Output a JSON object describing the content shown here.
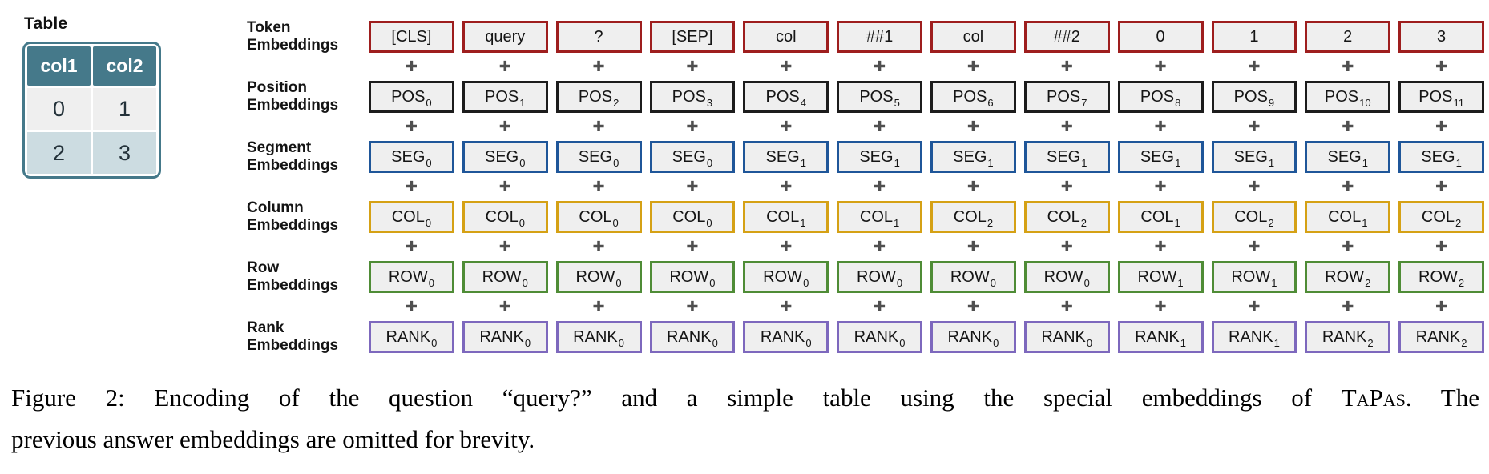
{
  "figure": {
    "table_panel": {
      "title": "Table",
      "headers": [
        "col1",
        "col2"
      ],
      "rows": [
        [
          "0",
          "1"
        ],
        [
          "2",
          "3"
        ]
      ],
      "header_bg": "#45798a",
      "row_bg": "#efefef",
      "row_alt_bg": "#ccdce1"
    },
    "plus_symbol": "✚",
    "embedding_rows": [
      {
        "key": "token",
        "label_lines": [
          "Token",
          "Embeddings"
        ],
        "border_color": "#9e1e1e",
        "cells": [
          {
            "base": "[CLS]",
            "sub": ""
          },
          {
            "base": "query",
            "sub": ""
          },
          {
            "base": "?",
            "sub": ""
          },
          {
            "base": "[SEP]",
            "sub": ""
          },
          {
            "base": "col",
            "sub": ""
          },
          {
            "base": "##1",
            "sub": ""
          },
          {
            "base": "col",
            "sub": ""
          },
          {
            "base": "##2",
            "sub": ""
          },
          {
            "base": "0",
            "sub": ""
          },
          {
            "base": "1",
            "sub": ""
          },
          {
            "base": "2",
            "sub": ""
          },
          {
            "base": "3",
            "sub": ""
          }
        ]
      },
      {
        "key": "position",
        "label_lines": [
          "Position",
          "Embeddings"
        ],
        "border_color": "#1c1c1c",
        "cells": [
          {
            "base": "POS",
            "sub": "0"
          },
          {
            "base": "POS",
            "sub": "1"
          },
          {
            "base": "POS",
            "sub": "2"
          },
          {
            "base": "POS",
            "sub": "3"
          },
          {
            "base": "POS",
            "sub": "4"
          },
          {
            "base": "POS",
            "sub": "5"
          },
          {
            "base": "POS",
            "sub": "6"
          },
          {
            "base": "POS",
            "sub": "7"
          },
          {
            "base": "POS",
            "sub": "8"
          },
          {
            "base": "POS",
            "sub": "9"
          },
          {
            "base": "POS",
            "sub": "10"
          },
          {
            "base": "POS",
            "sub": "11"
          }
        ]
      },
      {
        "key": "segment",
        "label_lines": [
          "Segment",
          "Embeddings"
        ],
        "border_color": "#1f5699",
        "cells": [
          {
            "base": "SEG",
            "sub": "0"
          },
          {
            "base": "SEG",
            "sub": "0"
          },
          {
            "base": "SEG",
            "sub": "0"
          },
          {
            "base": "SEG",
            "sub": "0"
          },
          {
            "base": "SEG",
            "sub": "1"
          },
          {
            "base": "SEG",
            "sub": "1"
          },
          {
            "base": "SEG",
            "sub": "1"
          },
          {
            "base": "SEG",
            "sub": "1"
          },
          {
            "base": "SEG",
            "sub": "1"
          },
          {
            "base": "SEG",
            "sub": "1"
          },
          {
            "base": "SEG",
            "sub": "1"
          },
          {
            "base": "SEG",
            "sub": "1"
          }
        ]
      },
      {
        "key": "column",
        "label_lines": [
          "Column",
          "Embeddings"
        ],
        "border_color": "#d5a115",
        "cells": [
          {
            "base": "COL",
            "sub": "0"
          },
          {
            "base": "COL",
            "sub": "0"
          },
          {
            "base": "COL",
            "sub": "0"
          },
          {
            "base": "COL",
            "sub": "0"
          },
          {
            "base": "COL",
            "sub": "1"
          },
          {
            "base": "COL",
            "sub": "1"
          },
          {
            "base": "COL",
            "sub": "2"
          },
          {
            "base": "COL",
            "sub": "2"
          },
          {
            "base": "COL",
            "sub": "1"
          },
          {
            "base": "COL",
            "sub": "2"
          },
          {
            "base": "COL",
            "sub": "1"
          },
          {
            "base": "COL",
            "sub": "2"
          }
        ]
      },
      {
        "key": "row",
        "label_lines": [
          "Row",
          "Embeddings"
        ],
        "border_color": "#4f8c36",
        "cells": [
          {
            "base": "ROW",
            "sub": "0"
          },
          {
            "base": "ROW",
            "sub": "0"
          },
          {
            "base": "ROW",
            "sub": "0"
          },
          {
            "base": "ROW",
            "sub": "0"
          },
          {
            "base": "ROW",
            "sub": "0"
          },
          {
            "base": "ROW",
            "sub": "0"
          },
          {
            "base": "ROW",
            "sub": "0"
          },
          {
            "base": "ROW",
            "sub": "0"
          },
          {
            "base": "ROW",
            "sub": "1"
          },
          {
            "base": "ROW",
            "sub": "1"
          },
          {
            "base": "ROW",
            "sub": "2"
          },
          {
            "base": "ROW",
            "sub": "2"
          }
        ]
      },
      {
        "key": "rank",
        "label_lines": [
          "Rank",
          "Embeddings"
        ],
        "border_color": "#7d68bd",
        "cells": [
          {
            "base": "RANK",
            "sub": "0"
          },
          {
            "base": "RANK",
            "sub": "0"
          },
          {
            "base": "RANK",
            "sub": "0"
          },
          {
            "base": "RANK",
            "sub": "0"
          },
          {
            "base": "RANK",
            "sub": "0"
          },
          {
            "base": "RANK",
            "sub": "0"
          },
          {
            "base": "RANK",
            "sub": "0"
          },
          {
            "base": "RANK",
            "sub": "0"
          },
          {
            "base": "RANK",
            "sub": "1"
          },
          {
            "base": "RANK",
            "sub": "1"
          },
          {
            "base": "RANK",
            "sub": "2"
          },
          {
            "base": "RANK",
            "sub": "2"
          }
        ]
      }
    ]
  },
  "caption": {
    "line1_pre": "Figure 2: Encoding of the question “query?” and a simple table using the special embeddings of ",
    "tapas": "TaPas",
    "line1_post": ". The",
    "line2": "previous answer embeddings are omitted for brevity."
  },
  "colors": {
    "box_fill": "#efefef",
    "plus": "#4f4f4f",
    "table_teal": "#45798a"
  }
}
